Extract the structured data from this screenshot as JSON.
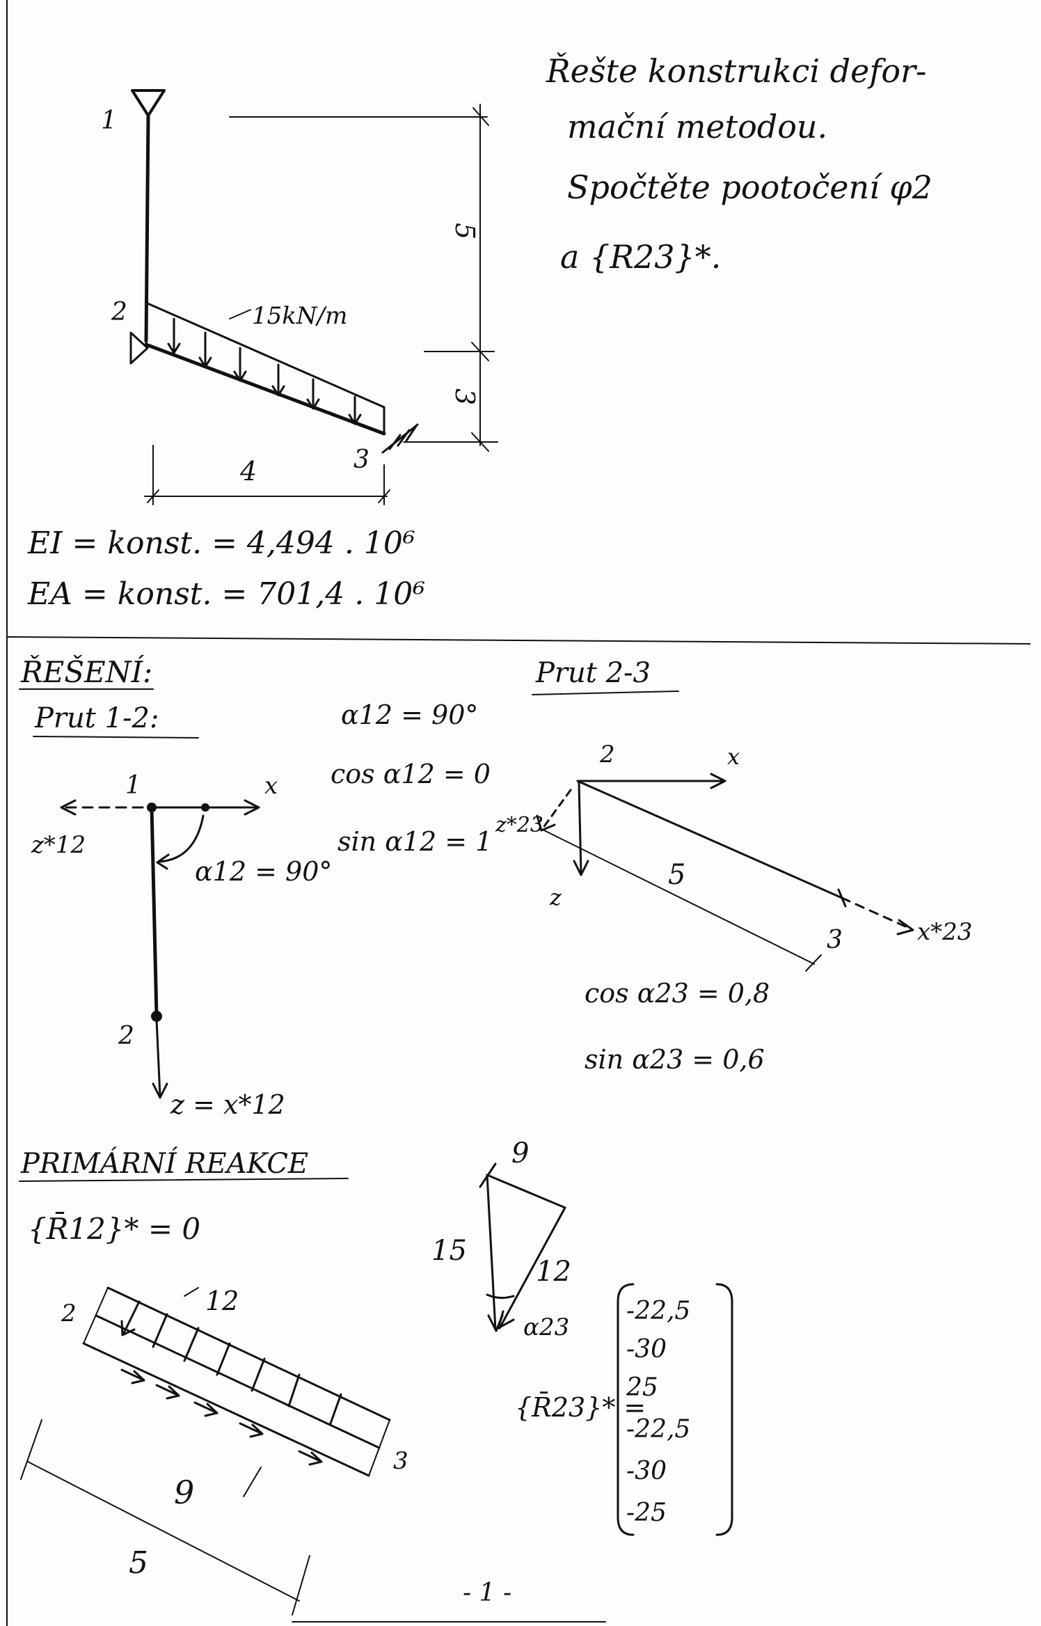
{
  "task": {
    "line1": "Řešte konstrukci defor-",
    "line2": "mační metodou.",
    "line3": "Spočtěte pootočení φ2",
    "line4": "a {R23}*."
  },
  "given": {
    "node_1": "1",
    "node_2": "2",
    "node_3": "3",
    "load": "15kN/m",
    "dim_horizontal": "4",
    "dim_vertical_top": "5",
    "dim_vertical_bottom": "3",
    "ei": "EI = konst. = 4,494 . 10⁶",
    "ea": "EA = konst. = 701,4 . 10⁶"
  },
  "solution": {
    "heading": "ŘEŠENÍ:",
    "member_12": {
      "heading": "Prut 1-2:",
      "alpha": "α12 = 90°",
      "cos": "cos α12 = 0",
      "sin": "sin α12 = 1",
      "node_1": "1",
      "node_2": "2",
      "axis_x": "x",
      "axis_zstar": "z*12",
      "angle": "α12 = 90°",
      "axis_z": "z = x*12"
    },
    "member_23": {
      "heading": "Prut 2-3",
      "node_2": "2",
      "node_3": "3",
      "axis_x": "x",
      "axis_z": "z",
      "axis_zstar": "z*23",
      "axis_xstar": "x*23",
      "length": "5",
      "cos": "cos α23 = 0,8",
      "sin": "sin α23 = 0,6"
    },
    "primary": {
      "heading": "PRIMÁRNÍ REAKCE",
      "r12": "{R̄12}* = 0",
      "load_node_2": "2",
      "load_node_3": "3",
      "load_normal": "12",
      "load_axial": "9",
      "length": "5",
      "tri_top": "9",
      "tri_left": "15",
      "tri_right": "12",
      "tri_angle": "α23",
      "r23_label": "{R̄23}* =",
      "r23_values": [
        "-22,5",
        "-30",
        "25",
        "-22,5",
        "-30",
        "-25"
      ]
    },
    "page_number": "- 1 -"
  }
}
